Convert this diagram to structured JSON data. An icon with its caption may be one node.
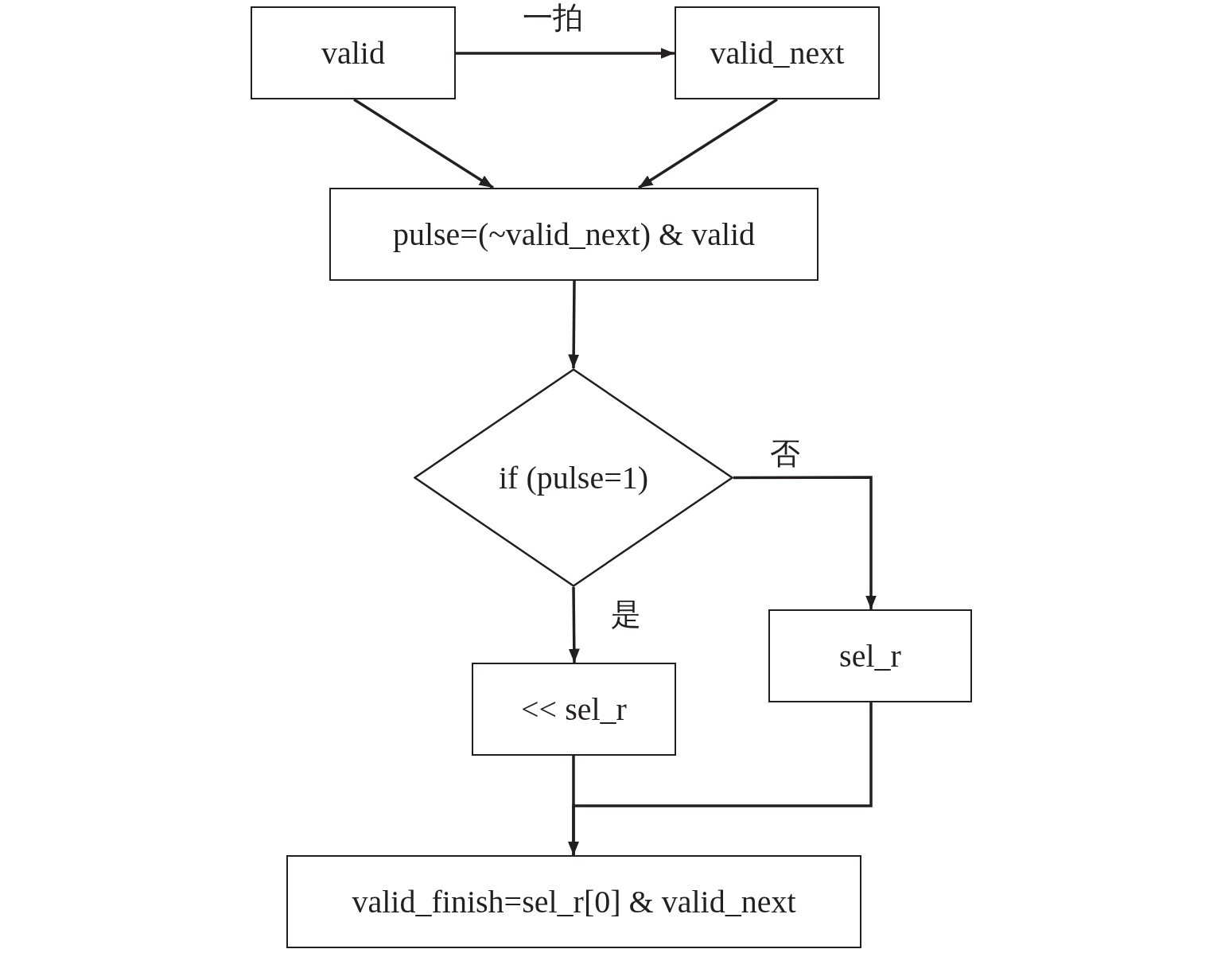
{
  "diagram": {
    "nodes": [
      {
        "text": [
          "valid"
        ]
      },
      {
        "text": [
          "valid_next"
        ]
      },
      {
        "text": [
          "pulse=(~valid_next) & valid"
        ]
      },
      {
        "text": [
          "if (pulse=1)"
        ]
      },
      {
        "text": [
          "<< sel_r"
        ]
      },
      {
        "text": [
          "sel_r"
        ]
      },
      {
        "text": [
          "valid_finish=sel_r[0] & valid_next"
        ]
      }
    ],
    "edges": [
      {
        "from": 0,
        "to": 1,
        "arrow": "to",
        "label": "一拍"
      },
      {
        "from": 0,
        "to": 2,
        "arrow": "to"
      },
      {
        "from": 1,
        "to": 2,
        "arrow": "to"
      },
      {
        "from": 2,
        "to": 3,
        "arrow": "to"
      },
      {
        "from": 3,
        "to": 4,
        "arrow": "to",
        "label": "是"
      },
      {
        "from": 3,
        "to": 5,
        "arrow": "to",
        "label": "否"
      },
      {
        "from": 4,
        "to": 6,
        "arrow": "to"
      },
      {
        "from": 5,
        "to": 6,
        "arrow": "to"
      }
    ]
  }
}
